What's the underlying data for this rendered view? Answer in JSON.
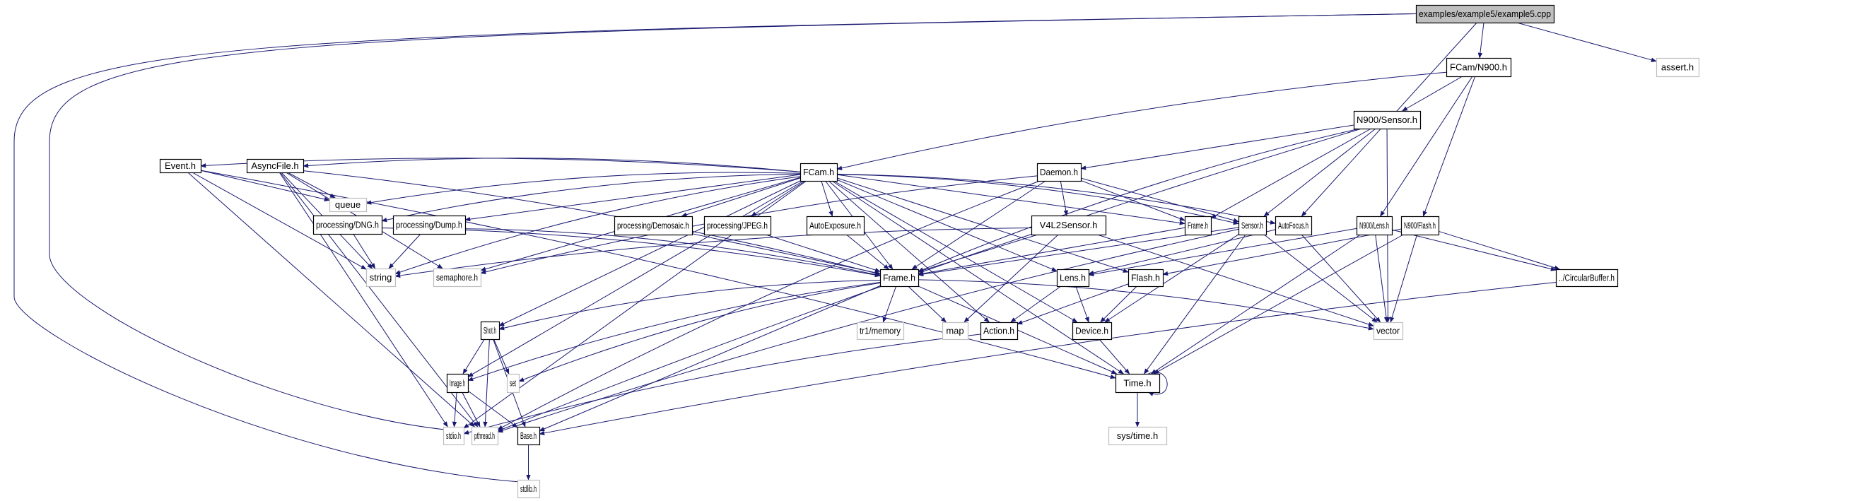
{
  "diagram": {
    "type": "include-dependency-graph",
    "colors": {
      "edge": "#191970",
      "root_fill": "#bfbfbf",
      "documented_border": "#000000",
      "external_border": "#bfbfbf"
    },
    "nodes": [
      {
        "id": "root",
        "label": "examples/example5/example5.cpp",
        "kind": "root"
      },
      {
        "id": "n900",
        "label": "FCam/N900.h",
        "kind": "documented"
      },
      {
        "id": "assert",
        "label": "assert.h",
        "kind": "external"
      },
      {
        "id": "n900sensor",
        "label": "N900/Sensor.h",
        "kind": "documented"
      },
      {
        "id": "fcam",
        "label": "FCam.h",
        "kind": "documented"
      },
      {
        "id": "daemon",
        "label": "Daemon.h",
        "kind": "documented"
      },
      {
        "id": "event",
        "label": "Event.h",
        "kind": "documented"
      },
      {
        "id": "asyncfile",
        "label": "AsyncFile.h",
        "kind": "documented"
      },
      {
        "id": "dng",
        "label": "processing/DNG.h",
        "kind": "documented"
      },
      {
        "id": "dump",
        "label": "processing/Dump.h",
        "kind": "documented"
      },
      {
        "id": "demosaic",
        "label": "processing/Demosaic.h",
        "kind": "documented"
      },
      {
        "id": "jpeg",
        "label": "processing/JPEG.h",
        "kind": "documented"
      },
      {
        "id": "autoexposure",
        "label": "AutoExposure.h",
        "kind": "documented"
      },
      {
        "id": "v4l2sensor",
        "label": "V4L2Sensor.h",
        "kind": "documented"
      },
      {
        "id": "n900frame",
        "label": "Frame.h",
        "kind": "documented"
      },
      {
        "id": "sensor",
        "label": "Sensor.h",
        "kind": "documented"
      },
      {
        "id": "autofocus",
        "label": "AutoFocus.h",
        "kind": "documented"
      },
      {
        "id": "n900lens",
        "label": "N900/Lens.h",
        "kind": "documented"
      },
      {
        "id": "n900flash",
        "label": "N900/Flash.h",
        "kind": "documented"
      },
      {
        "id": "queue",
        "label": "queue",
        "kind": "external"
      },
      {
        "id": "string",
        "label": "string",
        "kind": "external"
      },
      {
        "id": "semaphore",
        "label": "semaphore.h",
        "kind": "external"
      },
      {
        "id": "frame",
        "label": "Frame.h",
        "kind": "documented"
      },
      {
        "id": "lens",
        "label": "Lens.h",
        "kind": "documented"
      },
      {
        "id": "flash",
        "label": "Flash.h",
        "kind": "documented"
      },
      {
        "id": "circbuf",
        "label": "../CircularBuffer.h",
        "kind": "documented"
      },
      {
        "id": "shot",
        "label": "Shot.h",
        "kind": "documented"
      },
      {
        "id": "tr1memory",
        "label": "tr1/memory",
        "kind": "external"
      },
      {
        "id": "map",
        "label": "map",
        "kind": "external"
      },
      {
        "id": "action",
        "label": "Action.h",
        "kind": "documented"
      },
      {
        "id": "device",
        "label": "Device.h",
        "kind": "documented"
      },
      {
        "id": "vector",
        "label": "vector",
        "kind": "external"
      },
      {
        "id": "image",
        "label": "Image.h",
        "kind": "documented"
      },
      {
        "id": "set",
        "label": "set",
        "kind": "external"
      },
      {
        "id": "time",
        "label": "Time.h",
        "kind": "documented"
      },
      {
        "id": "stdio",
        "label": "stdio.h",
        "kind": "external"
      },
      {
        "id": "pthread",
        "label": "pthread.h",
        "kind": "external"
      },
      {
        "id": "base",
        "label": "Base.h",
        "kind": "documented"
      },
      {
        "id": "systime",
        "label": "sys/time.h",
        "kind": "external"
      },
      {
        "id": "stdlib",
        "label": "stdlib.h",
        "kind": "external"
      }
    ],
    "edges": [
      [
        "root",
        "n900"
      ],
      [
        "root",
        "assert"
      ],
      [
        "root",
        "autofocus"
      ],
      [
        "root",
        "stdio"
      ],
      [
        "root",
        "stdlib"
      ],
      [
        "n900",
        "n900sensor"
      ],
      [
        "n900",
        "fcam"
      ],
      [
        "n900",
        "n900lens"
      ],
      [
        "n900",
        "n900flash"
      ],
      [
        "n900sensor",
        "daemon"
      ],
      [
        "n900sensor",
        "n900frame"
      ],
      [
        "n900sensor",
        "sensor"
      ],
      [
        "n900sensor",
        "frame"
      ],
      [
        "n900sensor",
        "vector"
      ],
      [
        "n900sensor",
        "pthread"
      ],
      [
        "fcam",
        "event"
      ],
      [
        "fcam",
        "asyncfile"
      ],
      [
        "fcam",
        "dng"
      ],
      [
        "fcam",
        "dump"
      ],
      [
        "fcam",
        "demosaic"
      ],
      [
        "fcam",
        "jpeg"
      ],
      [
        "fcam",
        "autoexposure"
      ],
      [
        "fcam",
        "autofocus"
      ],
      [
        "fcam",
        "frame"
      ],
      [
        "fcam",
        "sensor"
      ],
      [
        "fcam",
        "lens"
      ],
      [
        "fcam",
        "flash"
      ],
      [
        "fcam",
        "shot"
      ],
      [
        "fcam",
        "image"
      ],
      [
        "fcam",
        "time"
      ],
      [
        "fcam",
        "action"
      ],
      [
        "fcam",
        "device"
      ],
      [
        "fcam",
        "queue"
      ],
      [
        "fcam",
        "string"
      ],
      [
        "fcam",
        "semaphore"
      ],
      [
        "fcam",
        "stdio"
      ],
      [
        "fcam",
        "n900frame"
      ],
      [
        "daemon",
        "v4l2sensor"
      ],
      [
        "daemon",
        "frame"
      ],
      [
        "daemon",
        "sensor"
      ],
      [
        "daemon",
        "n900frame"
      ],
      [
        "daemon",
        "semaphore"
      ],
      [
        "daemon",
        "pthread"
      ],
      [
        "event",
        "queue"
      ],
      [
        "event",
        "string"
      ],
      [
        "event",
        "time"
      ],
      [
        "event",
        "pthread"
      ],
      [
        "asyncfile",
        "queue"
      ],
      [
        "asyncfile",
        "string"
      ],
      [
        "asyncfile",
        "frame"
      ],
      [
        "asyncfile",
        "semaphore"
      ],
      [
        "asyncfile",
        "pthread"
      ],
      [
        "asyncfile",
        "stdio"
      ],
      [
        "dng",
        "string"
      ],
      [
        "dng",
        "frame"
      ],
      [
        "dump",
        "string"
      ],
      [
        "dump",
        "frame"
      ],
      [
        "demosaic",
        "frame"
      ],
      [
        "jpeg",
        "frame"
      ],
      [
        "autoexposure",
        "frame"
      ],
      [
        "v4l2sensor",
        "frame"
      ],
      [
        "v4l2sensor",
        "string"
      ],
      [
        "v4l2sensor",
        "map"
      ],
      [
        "v4l2sensor",
        "vector"
      ],
      [
        "n900frame",
        "frame"
      ],
      [
        "sensor",
        "frame"
      ],
      [
        "sensor",
        "device"
      ],
      [
        "sensor",
        "vector"
      ],
      [
        "sensor",
        "time"
      ],
      [
        "sensor",
        "pthread"
      ],
      [
        "autofocus",
        "lens"
      ],
      [
        "autofocus",
        "vector"
      ],
      [
        "n900lens",
        "lens"
      ],
      [
        "n900lens",
        "circbuf"
      ],
      [
        "n900lens",
        "vector"
      ],
      [
        "n900lens",
        "time"
      ],
      [
        "n900flash",
        "flash"
      ],
      [
        "n900flash",
        "circbuf"
      ],
      [
        "n900flash",
        "vector"
      ],
      [
        "n900flash",
        "time"
      ],
      [
        "frame",
        "shot"
      ],
      [
        "frame",
        "image"
      ],
      [
        "frame",
        "tr1memory"
      ],
      [
        "frame",
        "map"
      ],
      [
        "frame",
        "set"
      ],
      [
        "frame",
        "vector"
      ],
      [
        "frame",
        "time"
      ],
      [
        "frame",
        "base"
      ],
      [
        "lens",
        "device"
      ],
      [
        "lens",
        "action"
      ],
      [
        "flash",
        "device"
      ],
      [
        "flash",
        "action"
      ],
      [
        "circbuf",
        "base"
      ],
      [
        "shot",
        "image"
      ],
      [
        "shot",
        "set"
      ],
      [
        "shot",
        "pthread"
      ],
      [
        "shot",
        "base"
      ],
      [
        "action",
        "stdio"
      ],
      [
        "device",
        "time"
      ],
      [
        "image",
        "stdio"
      ],
      [
        "image",
        "pthread"
      ],
      [
        "image",
        "base"
      ],
      [
        "time",
        "systime"
      ],
      [
        "time",
        "time"
      ],
      [
        "base",
        "stdlib"
      ]
    ]
  }
}
